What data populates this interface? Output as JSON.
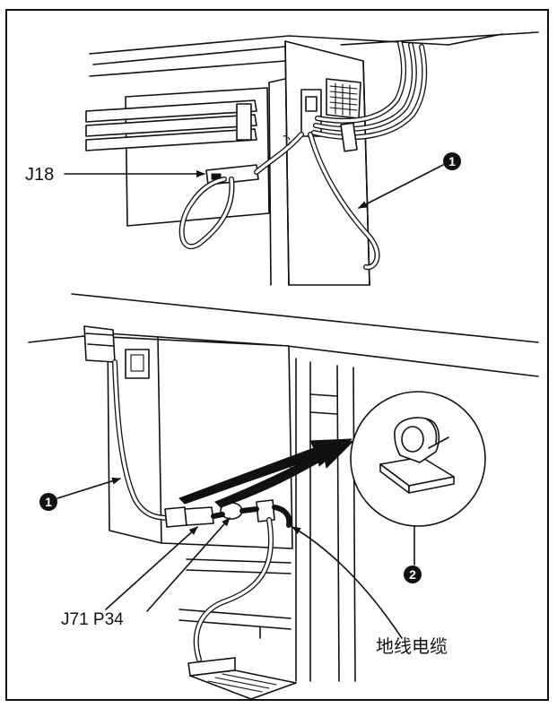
{
  "labels": {
    "j18": "J18",
    "j71_p34": "J71 P34",
    "ground_cable": "地线电缆"
  },
  "callouts": {
    "one_upper": "1",
    "one_lower": "1",
    "two": "2"
  },
  "colors": {
    "line": "#111111",
    "background": "#ffffff"
  }
}
